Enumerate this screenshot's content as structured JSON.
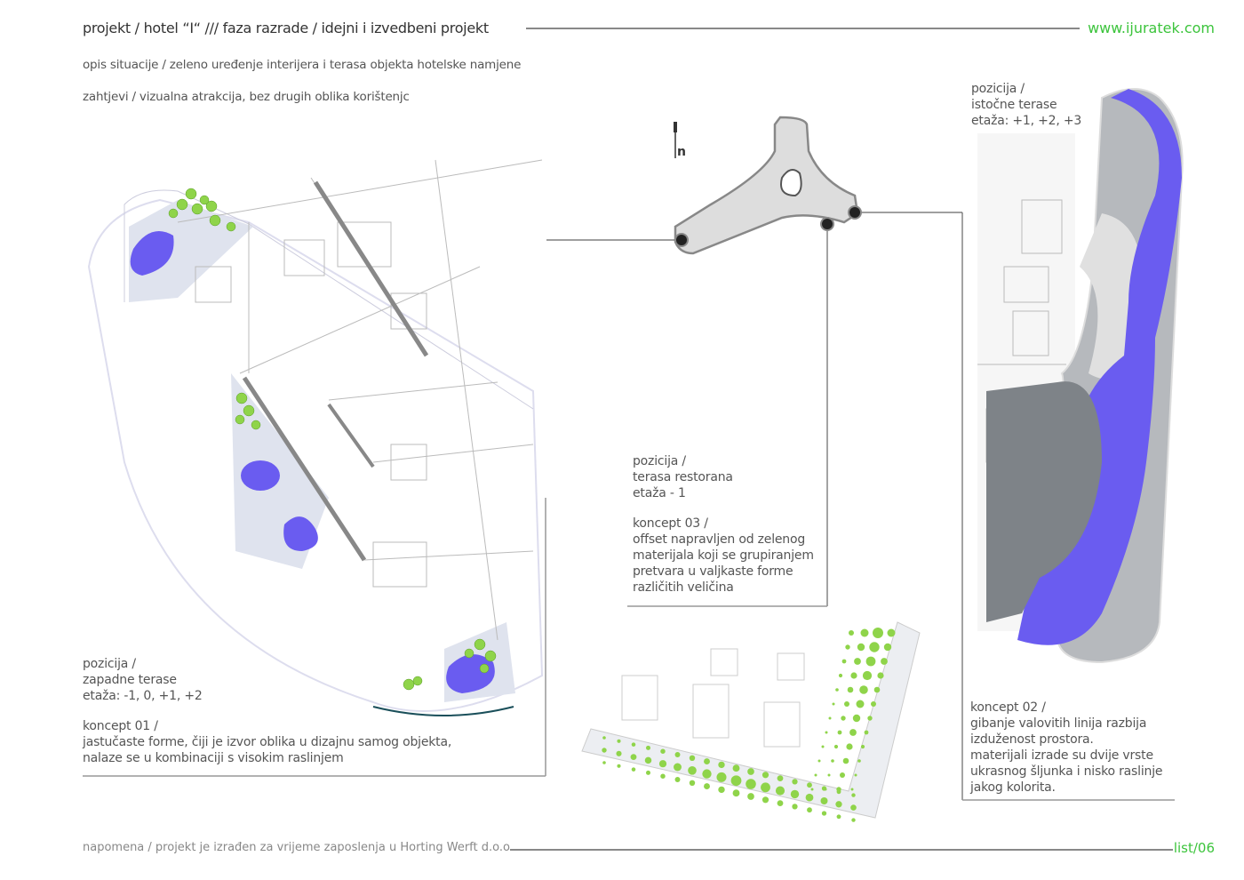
{
  "header": {
    "title": "projekt / hotel “I“   ///   faza razrade / idejni i izvedbeni projekt",
    "website": "www.ijuratek.com"
  },
  "intro": {
    "description": "opis situacije / zeleno uređenje interijera i terasa objekta hotelske namjene",
    "requirements": "zahtjevi / vizualna atrakcija, bez drugih oblika korištenjc"
  },
  "north_label": "n",
  "east": {
    "position": [
      "pozicija /",
      "istočne terase",
      "etaža: +1, +2, +3"
    ],
    "concept": [
      "koncept 02 /",
      "gibanje valovitih linija razbija",
      "izduženost prostora.",
      "materijali izrade su dvije vrste",
      "ukrasnog šljunka i nisko raslinje",
      "jakog kolorita."
    ]
  },
  "restaurant": {
    "position": [
      "pozicija /",
      "terasa restorana",
      "etaža - 1"
    ],
    "concept": [
      "koncept 03 /",
      "offset napravljen od zelenog",
      "materijala koji se grupiranjem",
      "pretvara u valjkaste forme",
      "različitih veličina"
    ]
  },
  "west": {
    "position": [
      "pozicija /",
      "zapadne terase",
      "etaža: -1, 0, +1, +2"
    ],
    "concept": [
      "koncept 01 /",
      "jastučaste forme, čiji je izvor oblika u dizajnu samog objekta,",
      "nalaze se u kombinaciji s visokim raslinjem"
    ]
  },
  "footer": {
    "note": "napomena / projekt je izrađen za vrijeme zaposlenja u Horting Werft d.o.o.",
    "page": "list/06"
  },
  "colors": {
    "accent_green": "#3cc43c",
    "pool_blue": "#6a5cf0",
    "plant_green": "#8fd44a"
  }
}
